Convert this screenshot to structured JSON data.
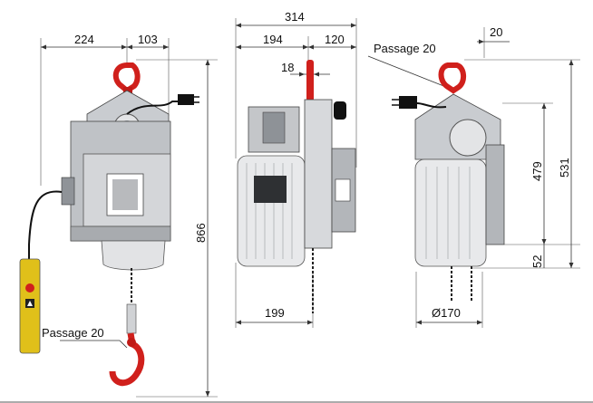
{
  "colors": {
    "hook": "#d0201c",
    "pendant": "#e0c01a",
    "body": "#bfc2c6",
    "body_dark": "#6f7378",
    "motor": "#e8e9eb",
    "plug": "#111111",
    "dimension": "#111111"
  },
  "dimensions": {
    "view1_width_left": "224",
    "view1_width_right": "103",
    "view1_height": "866",
    "view1_passage": "Passage 20",
    "view2_total_width": "314",
    "view2_left": "194",
    "view2_right": "120",
    "view2_hook_width": "18",
    "view2_bottom_width": "199",
    "view3_passage": "Passage 20",
    "view3_offset": "20",
    "view3_height_inner": "479",
    "view3_height_outer": "531",
    "view3_bottom": "52",
    "view3_diameter": "Ø170"
  },
  "components": {
    "hook_icon": "hook-icon",
    "plug_icon": "plug-icon",
    "pendant_icon": "pendant-control-icon"
  }
}
